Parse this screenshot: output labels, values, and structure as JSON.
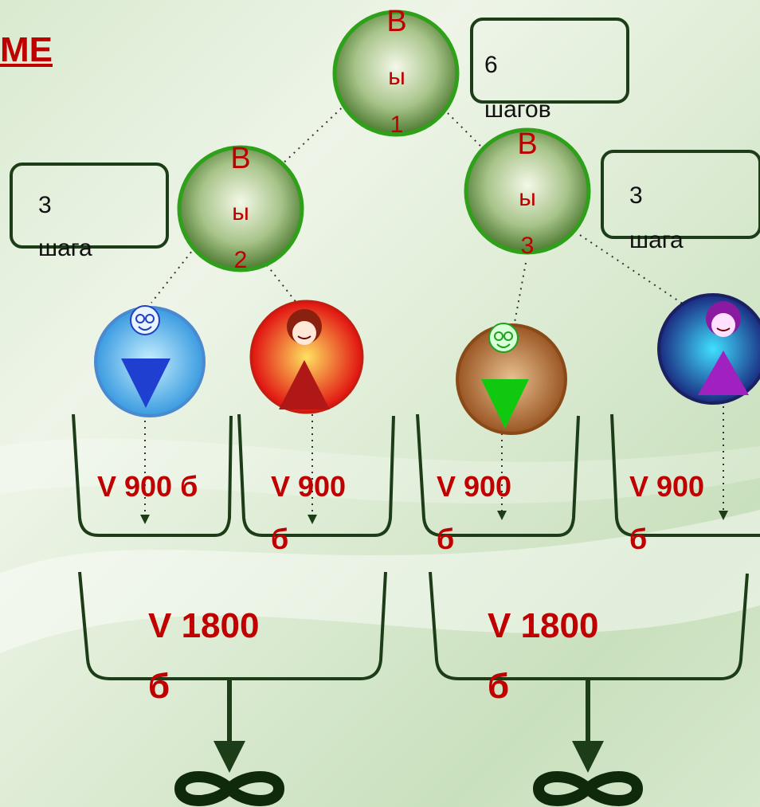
{
  "title_fragment": "МЕ",
  "nodes": [
    {
      "line1": "В",
      "line2": "ы",
      "line3": "1"
    },
    {
      "line1": "В",
      "line2": "ы",
      "line3": "2"
    },
    {
      "line1": "В",
      "line2": "ы",
      "line3": "3"
    }
  ],
  "steps": [
    {
      "line1": "6",
      "line2": "шагов"
    },
    {
      "line1": "3",
      "line2": "шага"
    },
    {
      "line1": "3",
      "line2": "шага"
    }
  ],
  "volumes_small": [
    {
      "line1": "V 900 б",
      "line2": ""
    },
    {
      "line1": "V 900",
      "line2": "б"
    },
    {
      "line1": "V 900",
      "line2": "б"
    },
    {
      "line1": "V 900",
      "line2": "б"
    }
  ],
  "volumes_large": [
    {
      "line1": "V 1800",
      "line2": "б"
    },
    {
      "line1": "V 1800",
      "line2": "б"
    }
  ],
  "people": [
    {
      "icon": "man-icon",
      "color": "#1f3fd0",
      "bg": "#3aa6e8"
    },
    {
      "icon": "woman-icon",
      "color": "#b01818",
      "bg": "#f04010"
    },
    {
      "icon": "man-icon",
      "color": "#11c811",
      "bg": "#a0602a"
    },
    {
      "icon": "woman-icon",
      "color": "#a020c0",
      "bg": "#3060c0"
    }
  ],
  "colors": {
    "accent": "#c00000",
    "line": "#1c3d17",
    "node": "#2ea01a"
  }
}
